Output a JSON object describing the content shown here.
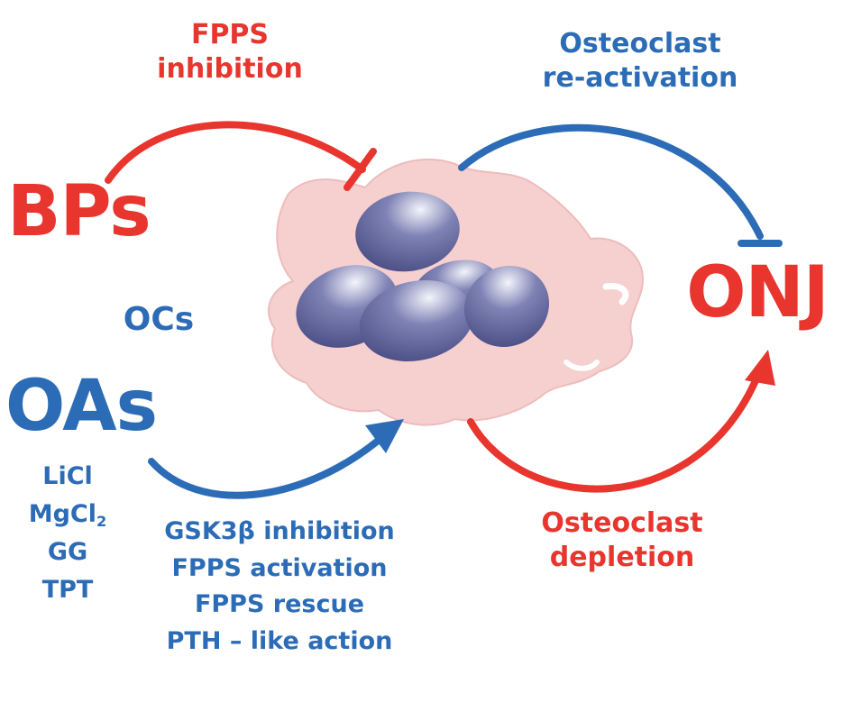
{
  "colors": {
    "red": "#e8352e",
    "blue": "#2c6cb6",
    "cell": "#f6cfcf",
    "nucleus": "#4a4f8a"
  },
  "labels": {
    "bps": "BPs",
    "oas": "OAs",
    "ocs": "OCs",
    "onj": "ONJ",
    "fpps_inhibition_1": "FPPS",
    "fpps_inhibition_2": "inhibition",
    "reactivation_1": "Osteoclast",
    "reactivation_2": "re-activation",
    "depletion_1": "Osteoclast",
    "depletion_2": "depletion"
  },
  "agents": {
    "licl": "LiCl",
    "mgcl_base": "MgCl",
    "mgcl_sub": "2",
    "gg": "GG",
    "tpt": "TPT"
  },
  "mechanisms": {
    "m1": "GSK3β inhibition",
    "m2": "FPPS activation",
    "m3": "FPPS rescue",
    "m4": "PTH – like action"
  }
}
